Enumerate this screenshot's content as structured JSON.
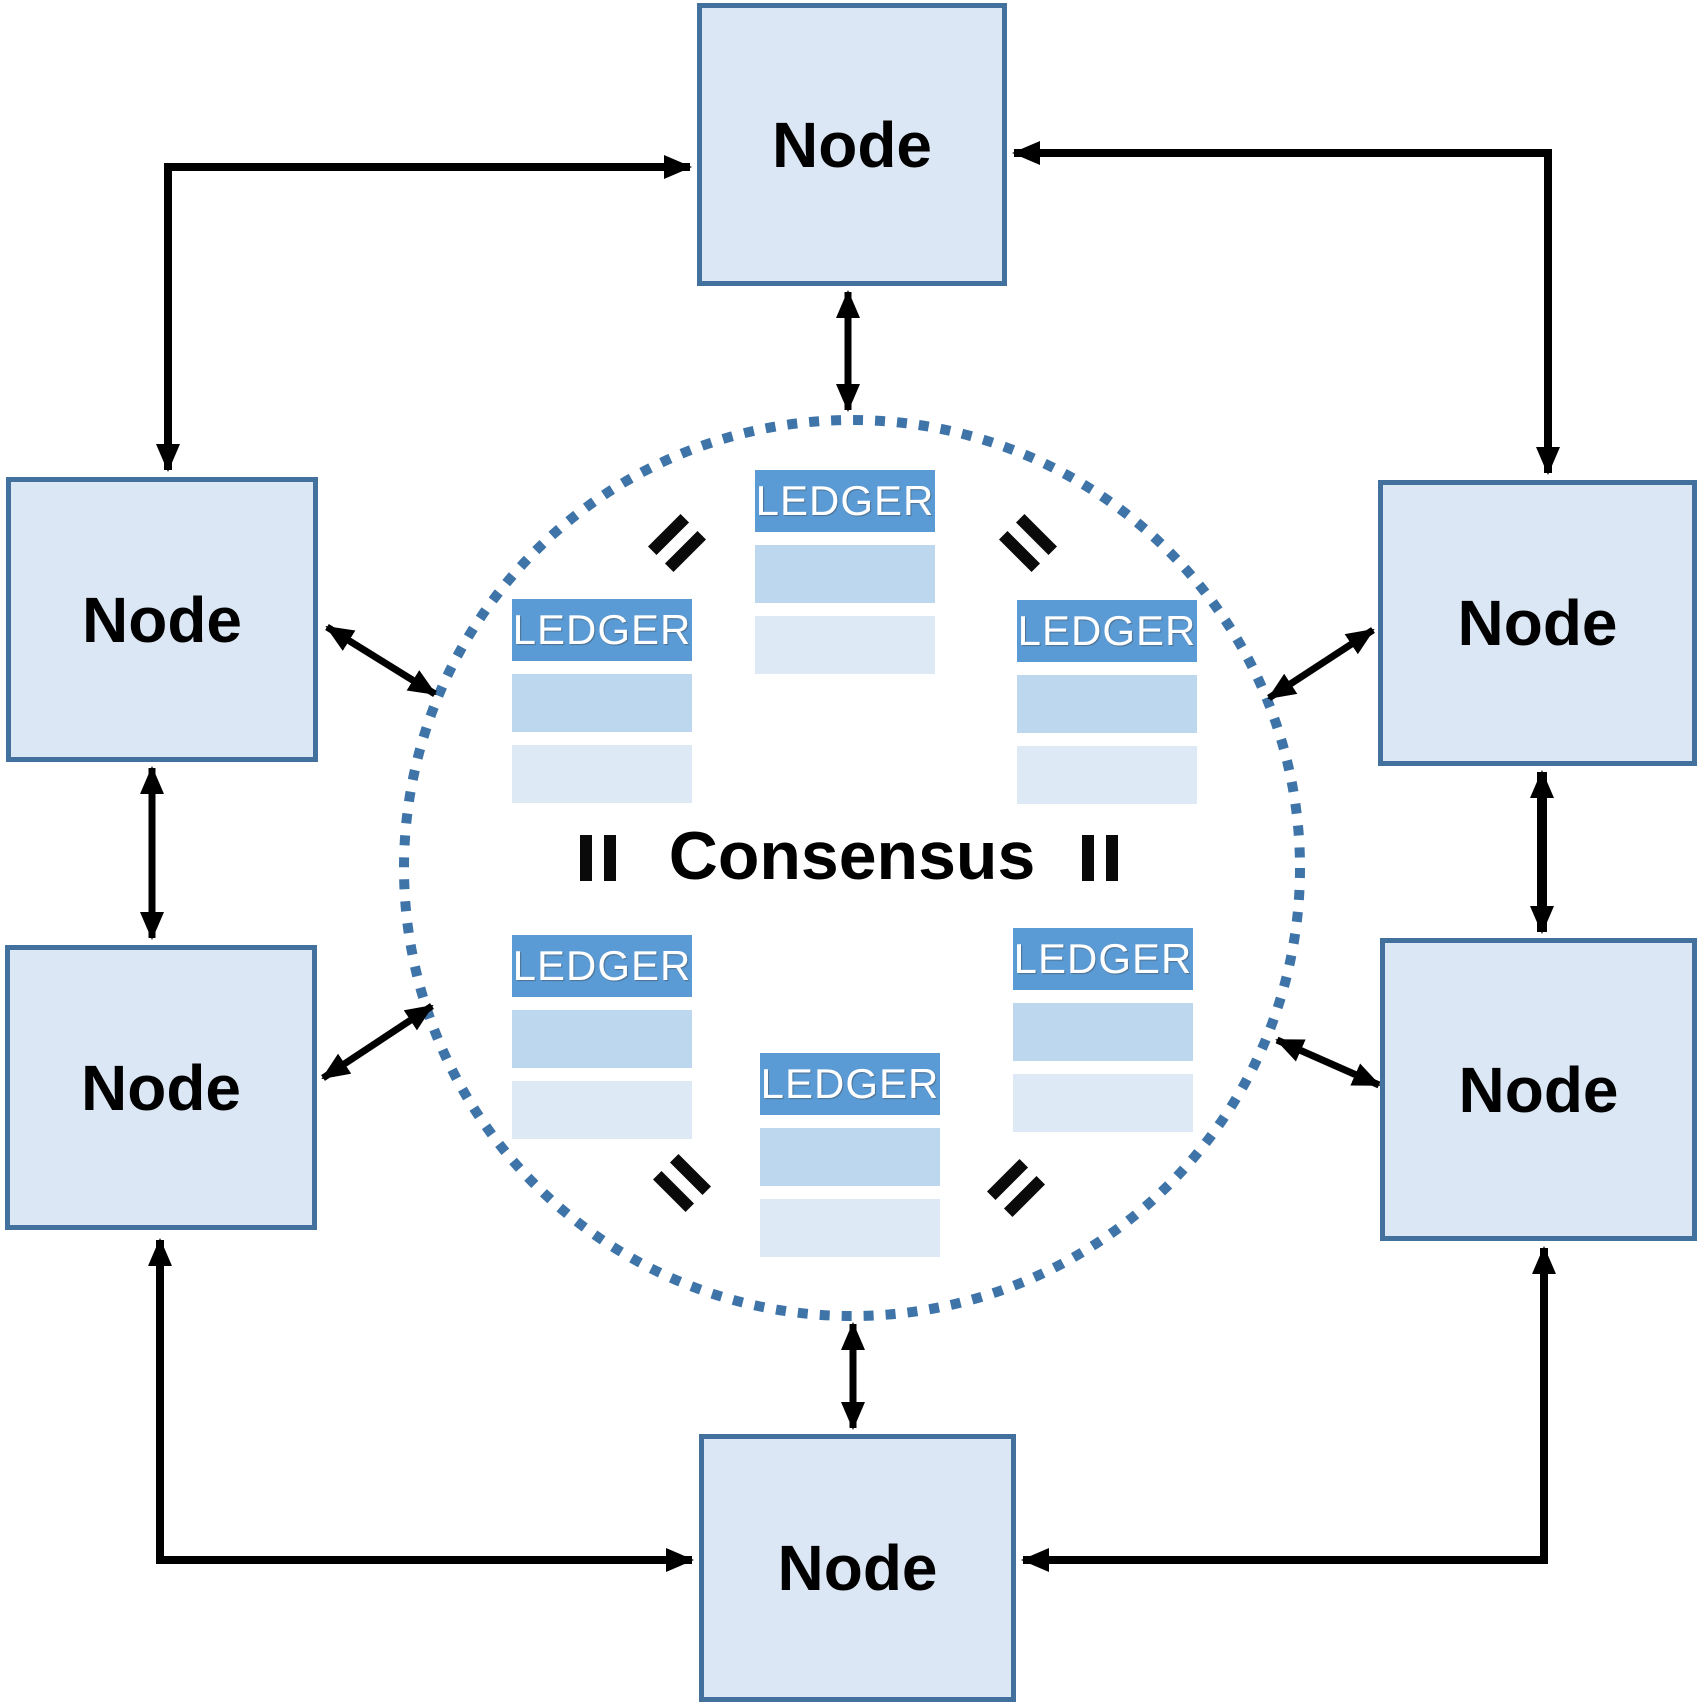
{
  "diagram": {
    "title_label": "Consensus",
    "nodes": [
      {
        "id": "top",
        "label": "Node"
      },
      {
        "id": "left-top",
        "label": "Node"
      },
      {
        "id": "left-bottom",
        "label": "Node"
      },
      {
        "id": "right-top",
        "label": "Node"
      },
      {
        "id": "right-bottom",
        "label": "Node"
      },
      {
        "id": "bottom",
        "label": "Node"
      }
    ],
    "ledgers": [
      {
        "id": "top",
        "label": "LEDGER"
      },
      {
        "id": "mid-left",
        "label": "LEDGER"
      },
      {
        "id": "mid-right",
        "label": "LEDGER"
      },
      {
        "id": "low-left",
        "label": "LEDGER"
      },
      {
        "id": "low-right",
        "label": "LEDGER"
      },
      {
        "id": "bottom",
        "label": "LEDGER"
      }
    ],
    "equals_sign_count": 6,
    "colors": {
      "node_fill": "#dce7f5",
      "node_border": "#41719c",
      "ledger_header": "#5b9bd5",
      "ledger_row_1": "#bdd7ee",
      "ledger_row_2": "#dde9f5",
      "circle_dots": "#3e74a8",
      "arrow": "#000000",
      "text": "#000000",
      "ledger_text": "#ffffff"
    }
  }
}
